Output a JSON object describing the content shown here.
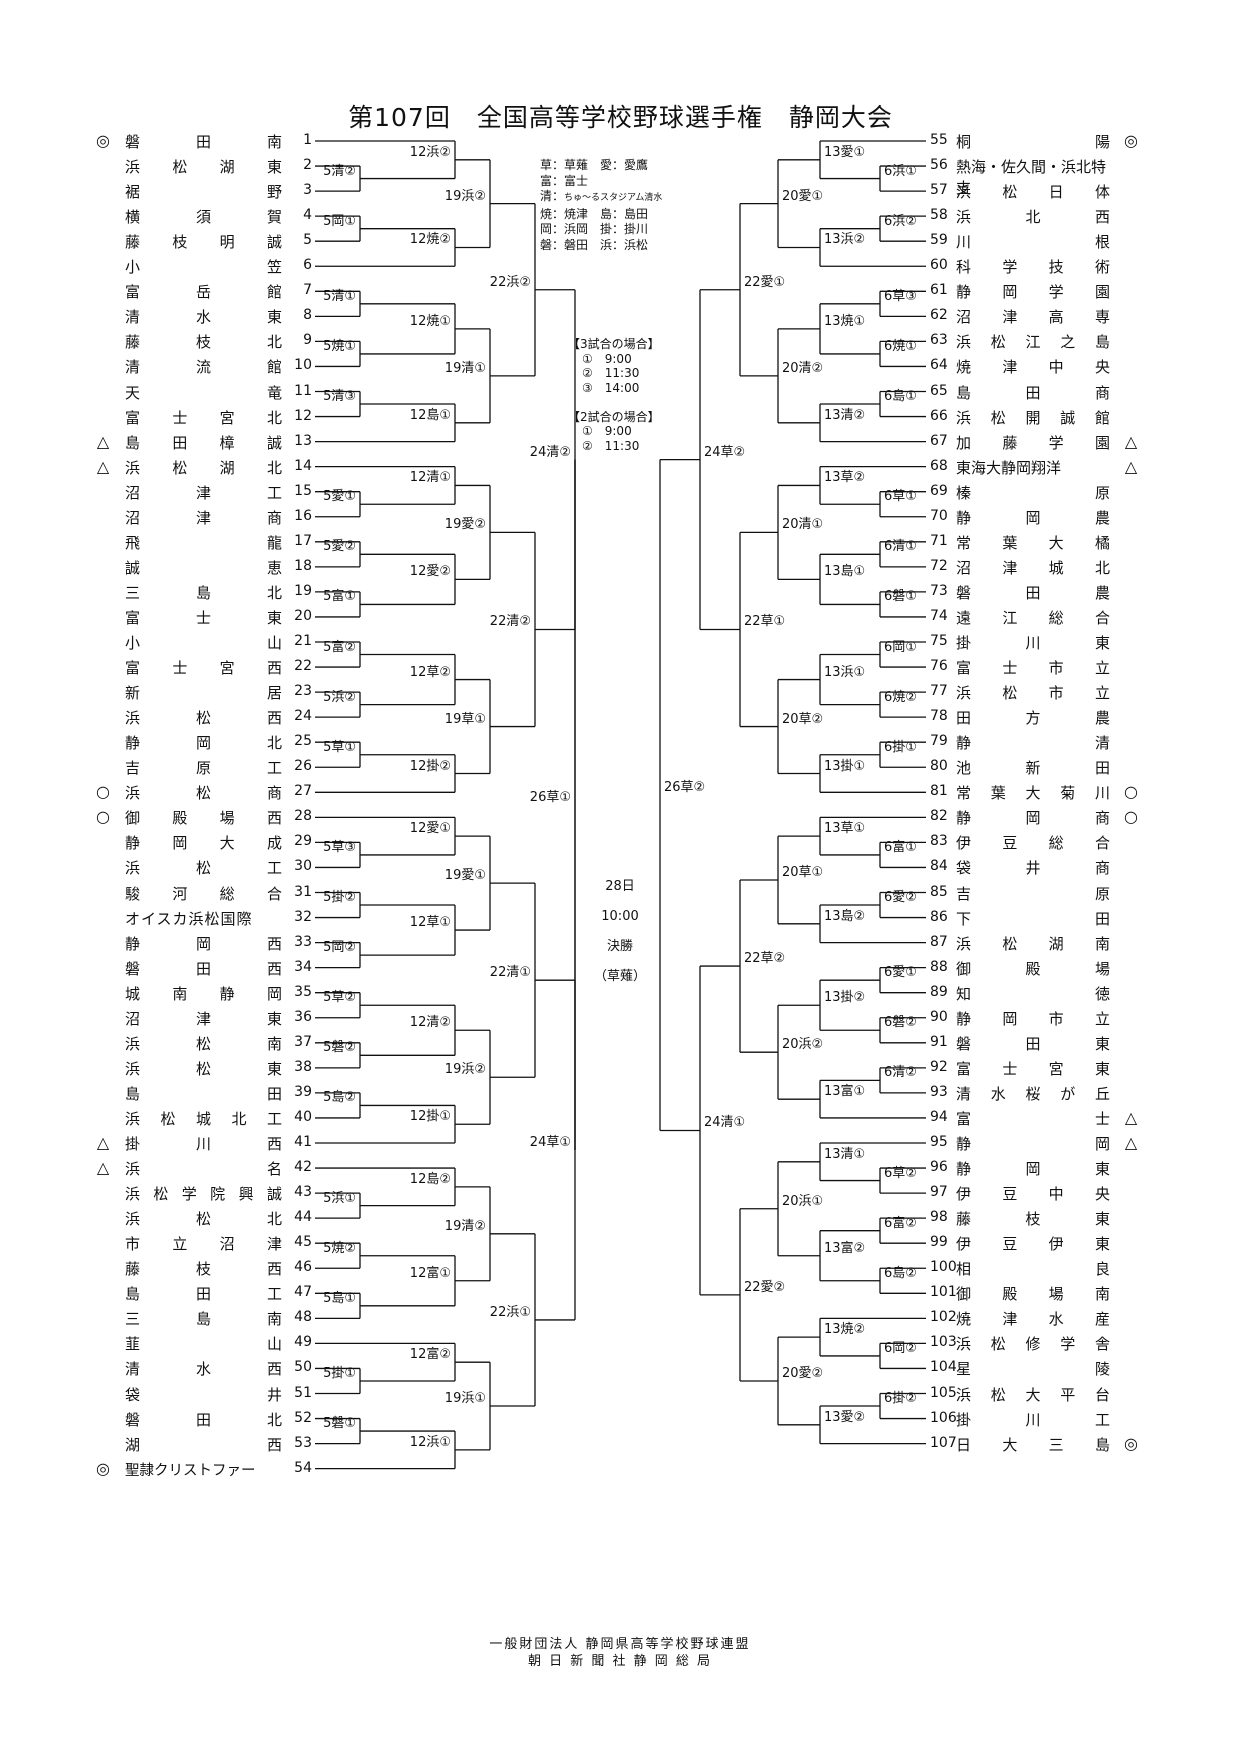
{
  "title": "第107回　全国高等学校野球選手権　静岡大会",
  "legend": [
    "草：草薙　愛：愛鷹",
    "富：富士",
    "清：ちゅ～るスタジアム清水",
    "焼：焼津　島：島田",
    "岡：浜岡　掛：掛川",
    "磐：磐田　浜：浜松"
  ],
  "times": [
    "【3試合の場合】",
    "①　9:00",
    "②　11:30",
    "③　14:00",
    "",
    "【2試合の場合】",
    "①　9:00",
    "②　11:30"
  ],
  "final": [
    "28日",
    "10:00",
    "決勝",
    "（草薙）"
  ],
  "footer": [
    "一般財団法人 静岡県高等学校野球連盟",
    "朝 日 新 聞 社 静 岡 総 局"
  ],
  "left_teams": [
    {
      "n": 1,
      "name": "磐田南",
      "mark": "◎"
    },
    {
      "n": 2,
      "name": "浜松湖東",
      "mark": ""
    },
    {
      "n": 3,
      "name": "裾野",
      "mark": ""
    },
    {
      "n": 4,
      "name": "横須賀",
      "mark": ""
    },
    {
      "n": 5,
      "name": "藤枝明誠",
      "mark": ""
    },
    {
      "n": 6,
      "name": "小笠",
      "mark": ""
    },
    {
      "n": 7,
      "name": "富岳館",
      "mark": ""
    },
    {
      "n": 8,
      "name": "清水東",
      "mark": ""
    },
    {
      "n": 9,
      "name": "藤枝北",
      "mark": ""
    },
    {
      "n": 10,
      "name": "清流館",
      "mark": ""
    },
    {
      "n": 11,
      "name": "天竜",
      "mark": ""
    },
    {
      "n": 12,
      "name": "富士宮北",
      "mark": ""
    },
    {
      "n": 13,
      "name": "島田樟誠",
      "mark": "△"
    },
    {
      "n": 14,
      "name": "浜松湖北",
      "mark": "△"
    },
    {
      "n": 15,
      "name": "沼津工",
      "mark": ""
    },
    {
      "n": 16,
      "name": "沼津商",
      "mark": ""
    },
    {
      "n": 17,
      "name": "飛龍",
      "mark": ""
    },
    {
      "n": 18,
      "name": "誠恵",
      "mark": ""
    },
    {
      "n": 19,
      "name": "三島北",
      "mark": ""
    },
    {
      "n": 20,
      "name": "富士東",
      "mark": ""
    },
    {
      "n": 21,
      "name": "小山",
      "mark": ""
    },
    {
      "n": 22,
      "name": "富士宮西",
      "mark": ""
    },
    {
      "n": 23,
      "name": "新居",
      "mark": ""
    },
    {
      "n": 24,
      "name": "浜松西",
      "mark": ""
    },
    {
      "n": 25,
      "name": "静岡北",
      "mark": ""
    },
    {
      "n": 26,
      "name": "吉原工",
      "mark": ""
    },
    {
      "n": 27,
      "name": "浜松商",
      "mark": "○"
    },
    {
      "n": 28,
      "name": "御殿場西",
      "mark": "○"
    },
    {
      "n": 29,
      "name": "静岡大成",
      "mark": ""
    },
    {
      "n": 30,
      "name": "浜松工",
      "mark": ""
    },
    {
      "n": 31,
      "name": "駿河総合",
      "mark": ""
    },
    {
      "n": 32,
      "name": "オイスカ浜松国際",
      "mark": ""
    },
    {
      "n": 33,
      "name": "静岡西",
      "mark": ""
    },
    {
      "n": 34,
      "name": "磐田西",
      "mark": ""
    },
    {
      "n": 35,
      "name": "城南静岡",
      "mark": ""
    },
    {
      "n": 36,
      "name": "沼津東",
      "mark": ""
    },
    {
      "n": 37,
      "name": "浜松南",
      "mark": ""
    },
    {
      "n": 38,
      "name": "浜松東",
      "mark": ""
    },
    {
      "n": 39,
      "name": "島田",
      "mark": ""
    },
    {
      "n": 40,
      "name": "浜松城北工",
      "mark": ""
    },
    {
      "n": 41,
      "name": "掛川西",
      "mark": "△"
    },
    {
      "n": 42,
      "name": "浜名",
      "mark": "△"
    },
    {
      "n": 43,
      "name": "浜松学院興誠",
      "mark": ""
    },
    {
      "n": 44,
      "name": "浜松北",
      "mark": ""
    },
    {
      "n": 45,
      "name": "市立沼津",
      "mark": ""
    },
    {
      "n": 46,
      "name": "藤枝西",
      "mark": ""
    },
    {
      "n": 47,
      "name": "島田工",
      "mark": ""
    },
    {
      "n": 48,
      "name": "三島南",
      "mark": ""
    },
    {
      "n": 49,
      "name": "韮山",
      "mark": ""
    },
    {
      "n": 50,
      "name": "清水西",
      "mark": ""
    },
    {
      "n": 51,
      "name": "袋井",
      "mark": ""
    },
    {
      "n": 52,
      "name": "磐田北",
      "mark": ""
    },
    {
      "n": 53,
      "name": "湖西",
      "mark": ""
    },
    {
      "n": 54,
      "name": "聖隷クリストファー",
      "mark": "◎"
    }
  ],
  "right_teams": [
    {
      "n": 55,
      "name": "桐陽",
      "mark": "◎"
    },
    {
      "n": 56,
      "name": "熱海・佐久間・浜北特支",
      "mark": ""
    },
    {
      "n": 57,
      "name": "浜松日体",
      "mark": ""
    },
    {
      "n": 58,
      "name": "浜北西",
      "mark": ""
    },
    {
      "n": 59,
      "name": "川根",
      "mark": ""
    },
    {
      "n": 60,
      "name": "科学技術",
      "mark": ""
    },
    {
      "n": 61,
      "name": "静岡学園",
      "mark": ""
    },
    {
      "n": 62,
      "name": "沼津高専",
      "mark": ""
    },
    {
      "n": 63,
      "name": "浜松江之島",
      "mark": ""
    },
    {
      "n": 64,
      "name": "焼津中央",
      "mark": ""
    },
    {
      "n": 65,
      "name": "島田商",
      "mark": ""
    },
    {
      "n": 66,
      "name": "浜松開誠館",
      "mark": ""
    },
    {
      "n": 67,
      "name": "加藤学園",
      "mark": "△"
    },
    {
      "n": 68,
      "name": "東海大静岡翔洋",
      "mark": "△"
    },
    {
      "n": 69,
      "name": "榛原",
      "mark": ""
    },
    {
      "n": 70,
      "name": "静岡農",
      "mark": ""
    },
    {
      "n": 71,
      "name": "常葉大橘",
      "mark": ""
    },
    {
      "n": 72,
      "name": "沼津城北",
      "mark": ""
    },
    {
      "n": 73,
      "name": "磐田農",
      "mark": ""
    },
    {
      "n": 74,
      "name": "遠江総合",
      "mark": ""
    },
    {
      "n": 75,
      "name": "掛川東",
      "mark": ""
    },
    {
      "n": 76,
      "name": "富士市立",
      "mark": ""
    },
    {
      "n": 77,
      "name": "浜松市立",
      "mark": ""
    },
    {
      "n": 78,
      "name": "田方農",
      "mark": ""
    },
    {
      "n": 79,
      "name": "静清",
      "mark": ""
    },
    {
      "n": 80,
      "name": "池新田",
      "mark": ""
    },
    {
      "n": 81,
      "name": "常葉大菊川",
      "mark": "○"
    },
    {
      "n": 82,
      "name": "静岡商",
      "mark": "○"
    },
    {
      "n": 83,
      "name": "伊豆総合",
      "mark": ""
    },
    {
      "n": 84,
      "name": "袋井商",
      "mark": ""
    },
    {
      "n": 85,
      "name": "吉原",
      "mark": ""
    },
    {
      "n": 86,
      "name": "下田",
      "mark": ""
    },
    {
      "n": 87,
      "name": "浜松湖南",
      "mark": ""
    },
    {
      "n": 88,
      "name": "御殿場",
      "mark": ""
    },
    {
      "n": 89,
      "name": "知徳",
      "mark": ""
    },
    {
      "n": 90,
      "name": "静岡市立",
      "mark": ""
    },
    {
      "n": 91,
      "name": "磐田東",
      "mark": ""
    },
    {
      "n": 92,
      "name": "富士宮東",
      "mark": ""
    },
    {
      "n": 93,
      "name": "清水桜が丘",
      "mark": ""
    },
    {
      "n": 94,
      "name": "富士",
      "mark": "△"
    },
    {
      "n": 95,
      "name": "静岡",
      "mark": "△"
    },
    {
      "n": 96,
      "name": "静岡東",
      "mark": ""
    },
    {
      "n": 97,
      "name": "伊豆中央",
      "mark": ""
    },
    {
      "n": 98,
      "name": "藤枝東",
      "mark": ""
    },
    {
      "n": 99,
      "name": "伊豆伊東",
      "mark": ""
    },
    {
      "n": 100,
      "name": "相良",
      "mark": ""
    },
    {
      "n": 101,
      "name": "御殿場南",
      "mark": ""
    },
    {
      "n": 102,
      "name": "焼津水産",
      "mark": ""
    },
    {
      "n": 103,
      "name": "浜松修学舎",
      "mark": ""
    },
    {
      "n": 104,
      "name": "星陵",
      "mark": ""
    },
    {
      "n": 105,
      "name": "浜松大平台",
      "mark": ""
    },
    {
      "n": 106,
      "name": "掛川工",
      "mark": ""
    },
    {
      "n": 107,
      "name": "日大三島",
      "mark": "◎"
    }
  ],
  "left_games": {
    "r1": [
      "12浜②",
      "5清②",
      "5岡①",
      "12焼②",
      "5清①",
      "12焼①",
      "5焼①",
      "5清③",
      "12島①",
      "12清①",
      "5愛①",
      "5愛②",
      "12愛②",
      "5富①",
      "5富②",
      "12草②",
      "5浜②",
      "5草①",
      "12掛②",
      "12愛①",
      "5草③",
      "5掛②",
      "12草①",
      "5岡②",
      "5草②",
      "12清②",
      "5磐②",
      "5島②",
      "12掛①",
      "12島②",
      "5浜①",
      "5焼②",
      "12富①",
      "5島①",
      "12富②",
      "5掛①",
      "5磐①",
      "12浜①"
    ],
    "r19": [
      "19浜②",
      "19清①",
      "19愛②",
      "19草①",
      "19愛①",
      "19浜②",
      "19清②",
      "19浜①"
    ],
    "r22": [
      "22浜②",
      "22清②",
      "22清①",
      "22浜①"
    ],
    "r24": [
      "24清②",
      "24草①"
    ],
    "r26": "26草①"
  },
  "right_games": {
    "r1": [
      "13愛①",
      "6浜①",
      "6浜②",
      "13浜②",
      "6草③",
      "13焼①",
      "6焼①",
      "6島①",
      "13清②",
      "13草②",
      "6草①",
      "6清①",
      "13島①",
      "6磐①",
      "6岡①",
      "13浜①",
      "6焼②",
      "6掛①",
      "13掛①",
      "13草①",
      "6富①",
      "6愛②",
      "13島②",
      "6愛①",
      "13掛②",
      "6磐②",
      "6清②",
      "13富①",
      "13清①",
      "6草②",
      "6富②",
      "13富②",
      "6島②",
      "13焼②",
      "6岡②",
      "6掛②",
      "13愛②"
    ],
    "r20": [
      "20愛①",
      "20清②",
      "20清①",
      "20草②",
      "20草①",
      "20浜②",
      "20浜①",
      "20愛②"
    ],
    "r22": [
      "22愛①",
      "22草①",
      "22草②",
      "22愛②"
    ],
    "r24": [
      "24草②",
      "24清①"
    ],
    "r26": "26草②"
  }
}
